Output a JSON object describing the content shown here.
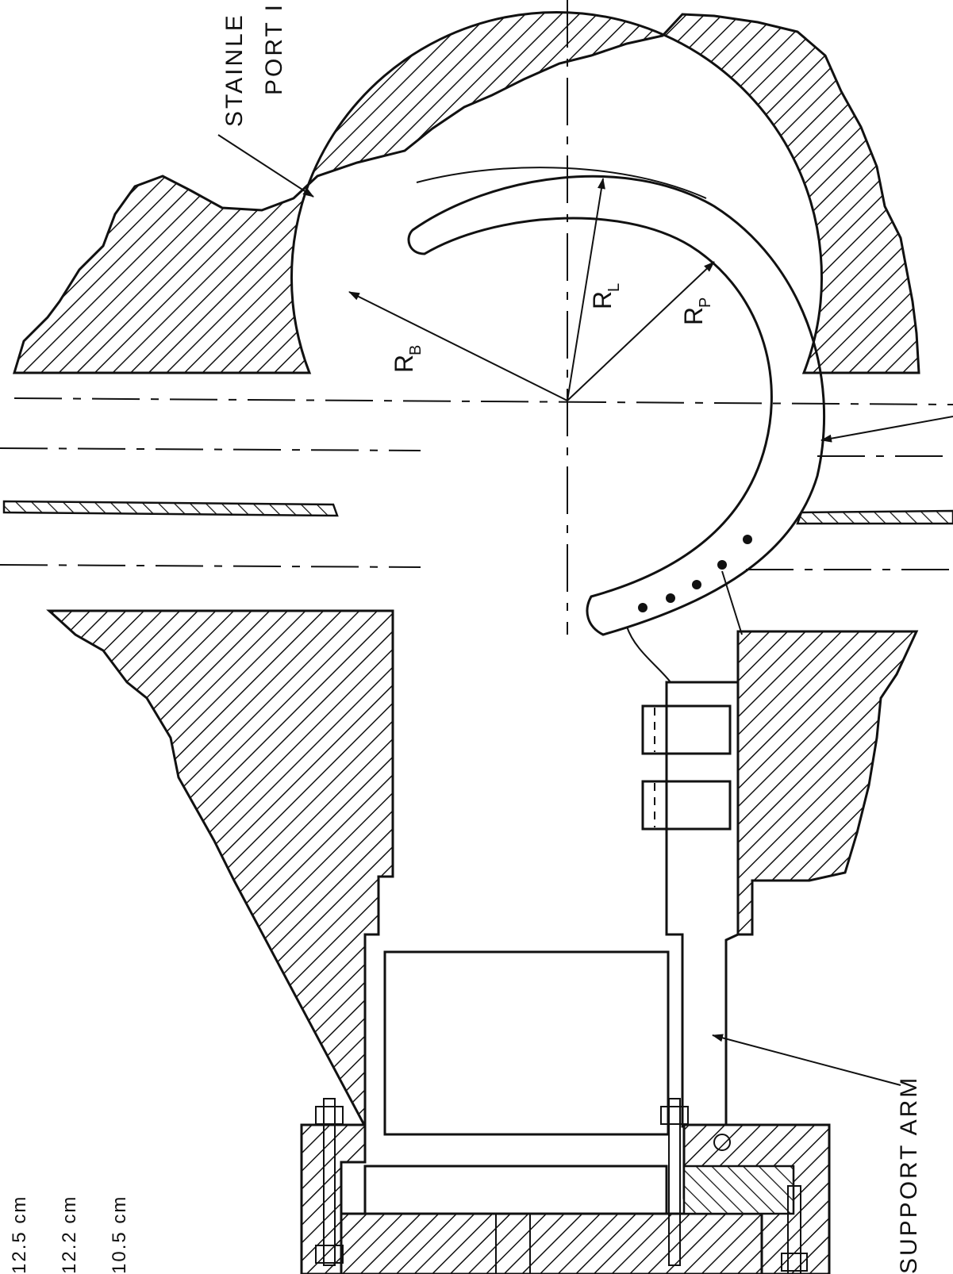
{
  "labels": {
    "stainless_line1": "STAINLE",
    "stainless_line2": "PORT I",
    "support_arm": "SUPPORT ARM",
    "r_b": "R",
    "r_b_sub": "B",
    "r_l": "R",
    "r_l_sub": "L",
    "r_p": "R",
    "r_p_sub": "P"
  },
  "dimensions": [
    {
      "value": "12.5 cm"
    },
    {
      "value": "12.2 cm"
    },
    {
      "value": "10.5 cm"
    }
  ]
}
